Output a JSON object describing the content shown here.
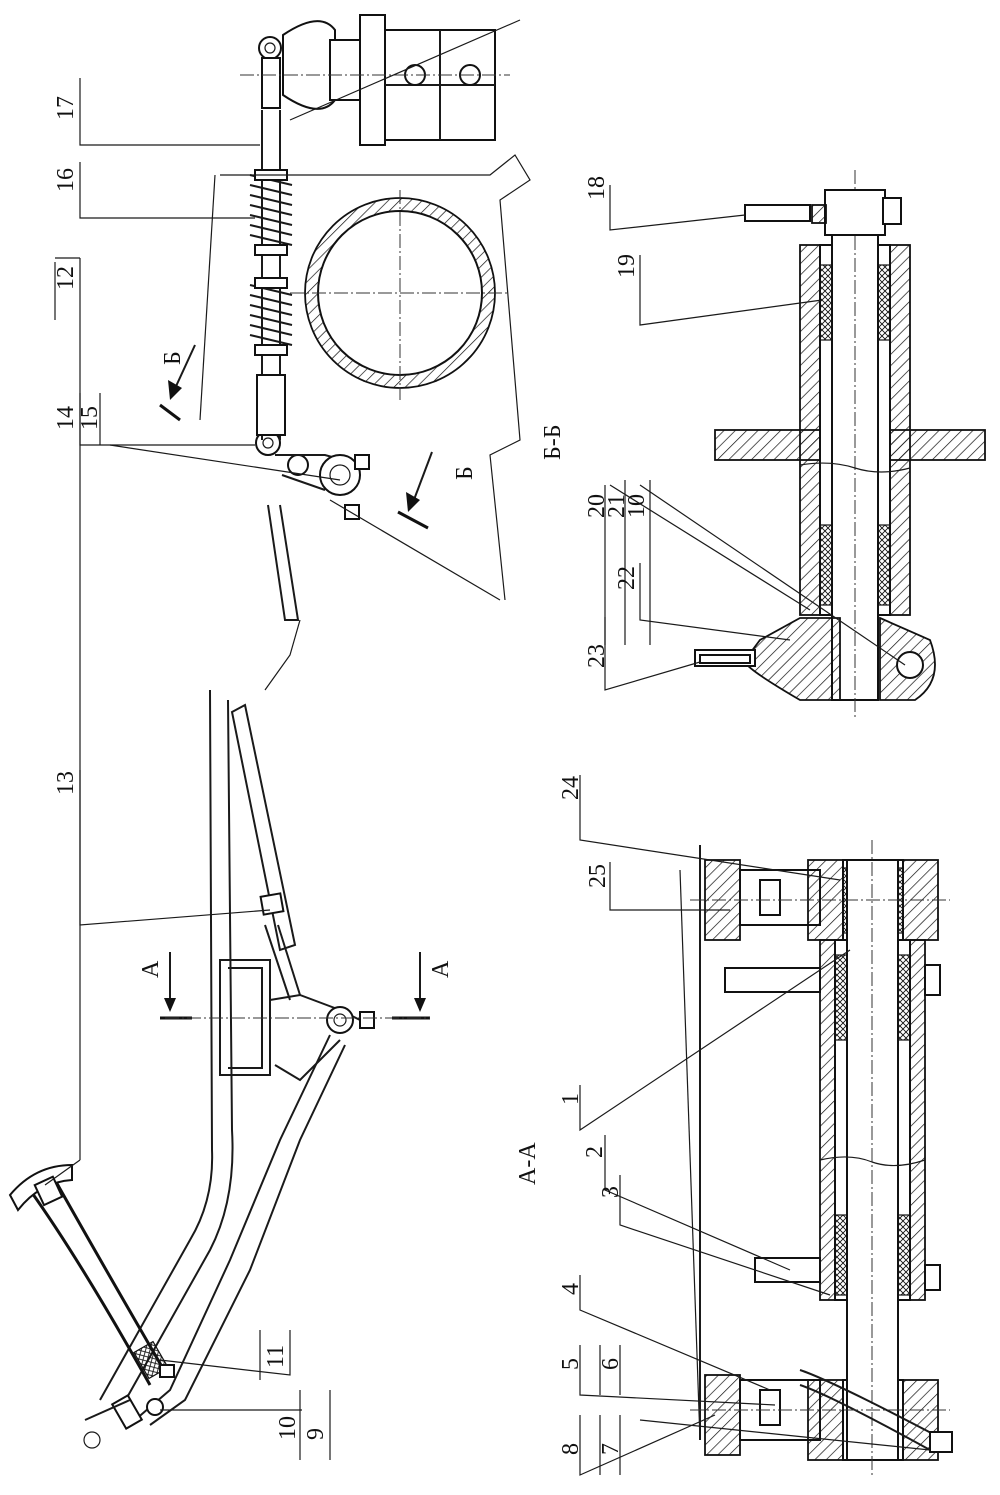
{
  "labels": {
    "n1": "1",
    "n2": "2",
    "n3": "3",
    "n4": "4",
    "n5": "5",
    "n6": "6",
    "n7": "7",
    "n8": "8",
    "n9": "9",
    "n10": "10",
    "n11": "11",
    "n12": "12",
    "n13": "13",
    "n14": "14",
    "n15": "15",
    "n16": "16",
    "n17": "17",
    "n18": "18",
    "n19": "19",
    "n20": "20",
    "n21": "21",
    "n10b": "10",
    "n22": "22",
    "n23": "23",
    "n24": "24",
    "n25": "25"
  },
  "sections": {
    "aa_top": "А",
    "aa_bottom": "А",
    "aa_title": "А-А",
    "bb_top": "Б",
    "bb_bottom": "Б",
    "bb_title": "Б-Б"
  }
}
